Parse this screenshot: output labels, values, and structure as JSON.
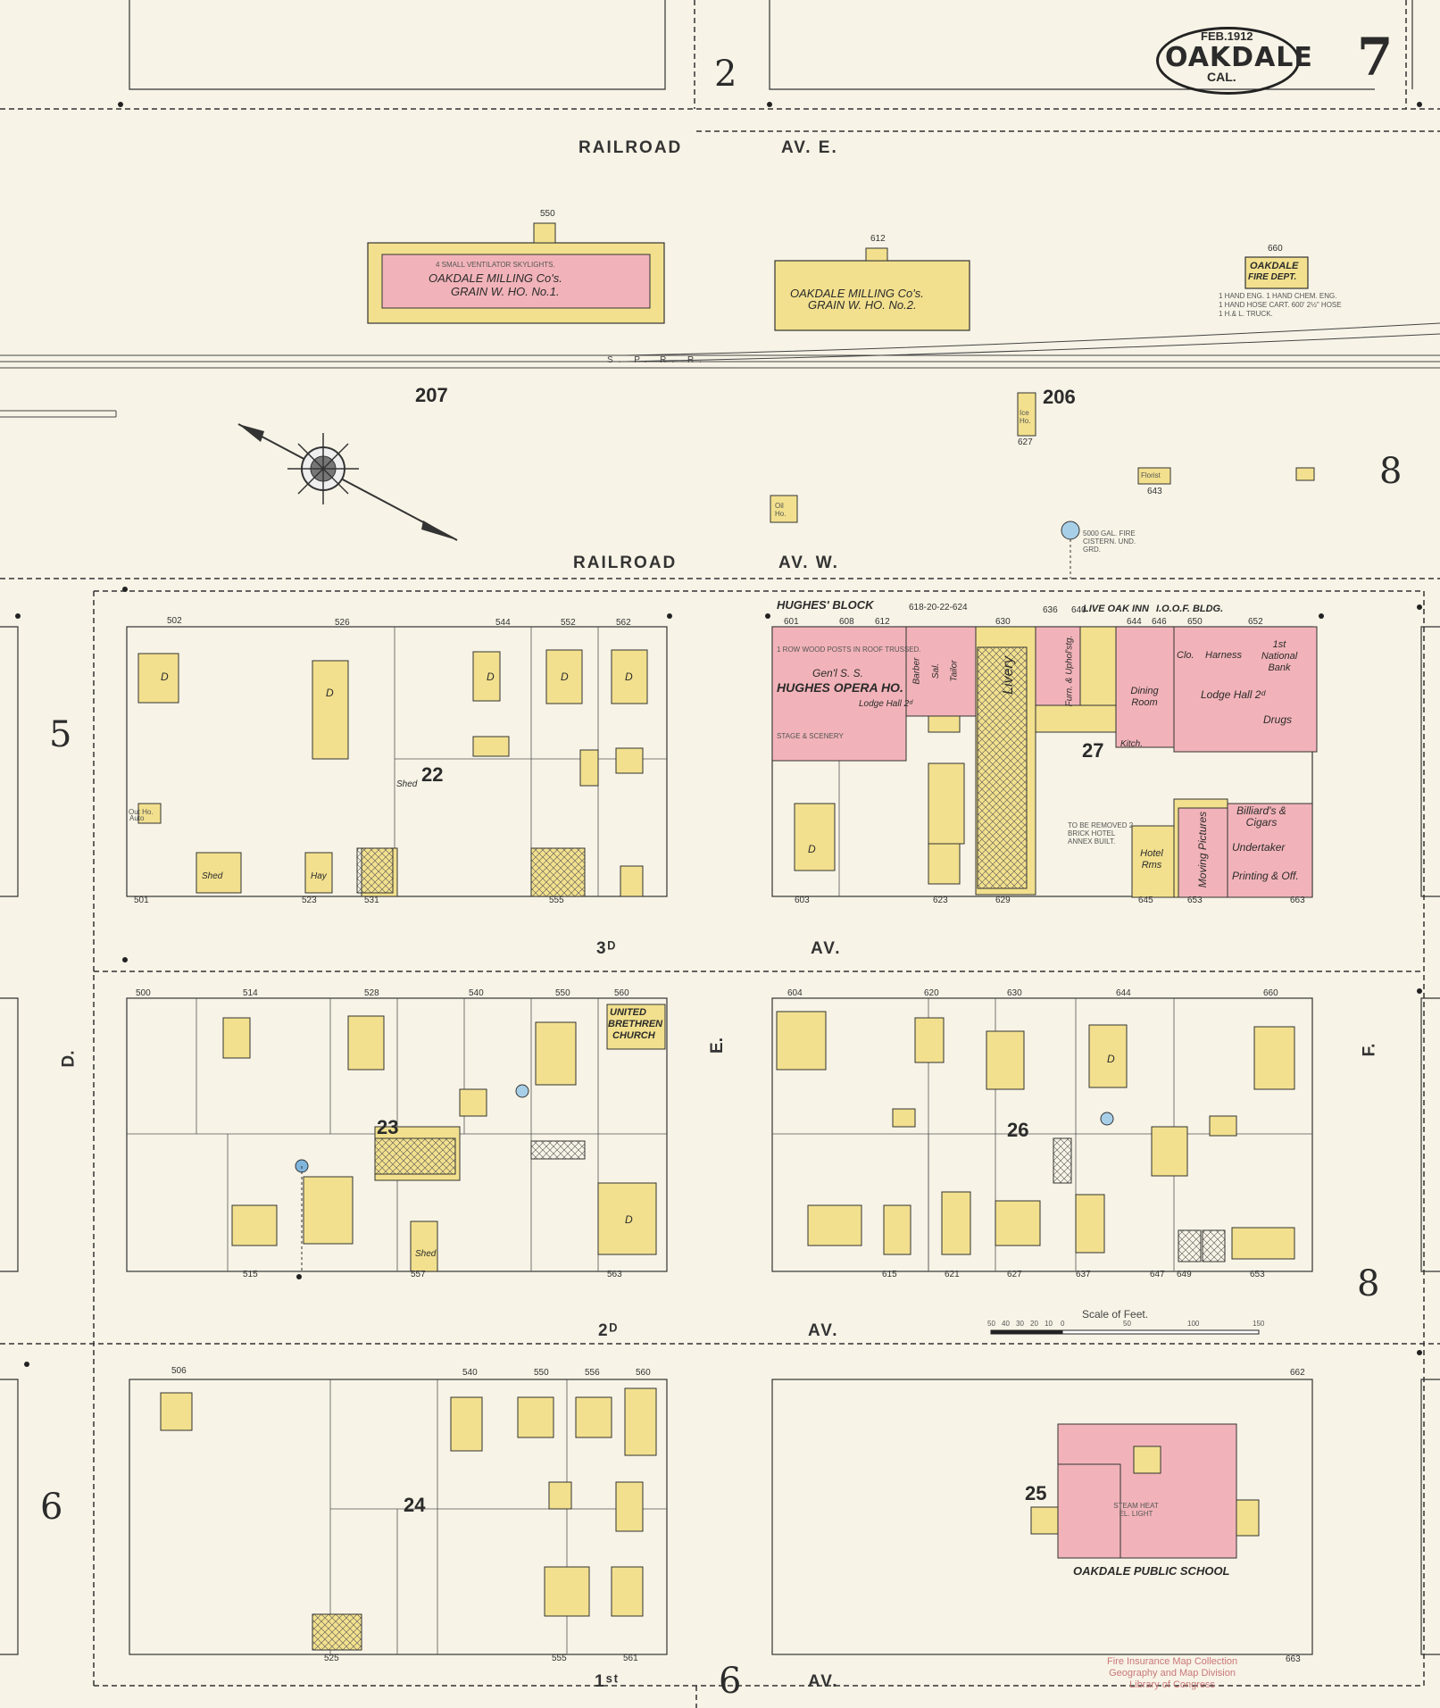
{
  "sheet": {
    "date": "FEB.1912",
    "town": "OAKDALE",
    "state": "CAL.",
    "page_number": "7"
  },
  "streets": {
    "railroad_ave_e_1": "RAILROAD",
    "railroad_ave_e_2": "AV. E.",
    "railroad_ave_w_1": "RAILROAD",
    "railroad_ave_w_2": "AV. W.",
    "third_ave_1": "3ᴰ",
    "third_ave_2": "AV.",
    "second_ave_1": "2ᴰ",
    "second_ave_2": "AV.",
    "first_ave_1": "1ˢᵗ",
    "first_ave_2": "AV.",
    "d_street": "D.",
    "e_street": "E.",
    "f_street": "F.",
    "railroad": "S. P. R. R."
  },
  "sheet_refs": {
    "top": "2",
    "left_upper": "5",
    "left_lower": "6",
    "right_upper": "8",
    "right_lower": "8",
    "bottom": "6"
  },
  "blocks": {
    "b207": "207",
    "b206": "206",
    "b22": "22",
    "b23": "23",
    "b24": "24",
    "b25": "25",
    "b26": "26",
    "b27": "27"
  },
  "buildings": {
    "mill1_name": "OAKDALE MILLING Co's.",
    "mill1_sub": "GRAIN W. HO. No.1.",
    "mill1_note": "4 SMALL VENTILATOR SKYLIGHTS.",
    "mill2_name": "OAKDALE MILLING Co's.",
    "mill2_sub": "GRAIN W. HO. No.2.",
    "fire_dept_1": "OAKDALE",
    "fire_dept_2": "FIRE DEPT.",
    "fire_dept_equip_1": "1 HAND ENG. 1 HAND CHEM. ENG.",
    "fire_dept_equip_2": "1 HAND HOSE CART. 600' 2½\" HOSE",
    "fire_dept_equip_3": "1 H.& L. TRUCK.",
    "ice": "Ice Ho.",
    "florist": "Florist",
    "oil": "Oil Ho.",
    "cistern": "5000 GAL. FIRE CISTERN. UND. GRD.",
    "hughes_block": "HUGHES' BLOCK",
    "live_oak_inn": "LIVE OAK INN",
    "ioof": "I.O.O.F. BLDG.",
    "opera_1": "Gen'l S. S.",
    "opera_2": "HUGHES OPERA HO.",
    "opera_note": "1 ROW WOOD POSTS IN ROOF TRUSSED.",
    "stage": "STAGE & SCENERY",
    "lodge_hall": "Lodge Hall 2ᵈ",
    "barber": "Barber",
    "sal": "Sal.",
    "tailor": "Tailor",
    "livery": "Livery",
    "furn": "Furn. & Uphol'stg.",
    "dining": "Dining Room",
    "clo": "Clo.",
    "harness": "Harness",
    "lodge_hall_2": "Lodge Hall 2ᵈ",
    "national_bank": "1st National Bank",
    "drugs": "Drugs",
    "kitch": "Kitch.",
    "hotel_rms": "Hotel Rms",
    "moving_pictures": "Moving Pictures",
    "billiards": "Billiard's & Cigars",
    "undertaker": "Undertaker",
    "printing": "Printing & Off.",
    "removed_note": "TO BE REMOVED 2 BRICK HOTEL ANNEX BUILT.",
    "church_1": "UNITED",
    "church_2": "BRETHREN",
    "church_3": "CHURCH",
    "school": "OAKDALE PUBLIC SCHOOL",
    "school_note": "STEAM HEAT EL. LIGHT",
    "shed": "Shed",
    "hay": "Hay",
    "auto": "Auto",
    "out_ho": "Out Ho.",
    "d": "D"
  },
  "addresses": {
    "a502": "502",
    "a526": "526",
    "a544": "544",
    "a552": "552",
    "a562": "562",
    "a501": "501",
    "a523": "523",
    "a531": "531",
    "a555": "555",
    "a601": "601",
    "a608": "608",
    "a612": "612",
    "a618": "618-20-22-624",
    "a630": "630",
    "a636": "636",
    "a640": "640",
    "a644": "644",
    "a646": "646",
    "a650": "650",
    "a652": "652",
    "a603": "603",
    "a623": "623",
    "a629": "629",
    "a645": "645",
    "a653": "653",
    "a663": "663",
    "a500": "500",
    "a514": "514",
    "a528": "528",
    "a540": "540",
    "a550": "550",
    "a560": "560",
    "a515": "515",
    "a557": "557",
    "a563": "563",
    "a604": "604",
    "a620": "620",
    "a630b": "630",
    "a644b": "644",
    "a660": "660",
    "a615": "615",
    "a621": "621",
    "a627": "627",
    "a637": "637",
    "a647": "647",
    "a649": "649",
    "a653b": "653",
    "a550_t": "550",
    "a612_t": "612",
    "a660_t": "660",
    "a627_t": "627",
    "a643": "643",
    "a506": "506",
    "a540b": "540",
    "a550b": "550",
    "a556": "556",
    "a560b": "560",
    "a525": "525",
    "a555b": "555",
    "a561": "561",
    "a662": "662",
    "a663b": "663"
  },
  "scale": {
    "label": "Scale of Feet.",
    "ticks": [
      "50",
      "40",
      "30",
      "20",
      "10",
      "0",
      "50",
      "100",
      "150"
    ]
  },
  "stamp": {
    "line1": "Fire Insurance Map Collection",
    "line2": "Geography and Map Division",
    "line3": "Library of Congress"
  },
  "colors": {
    "paper": "#f7f3e6",
    "frame": "#f2e08e",
    "brick": "#f1b3b9",
    "line": "#333333"
  }
}
